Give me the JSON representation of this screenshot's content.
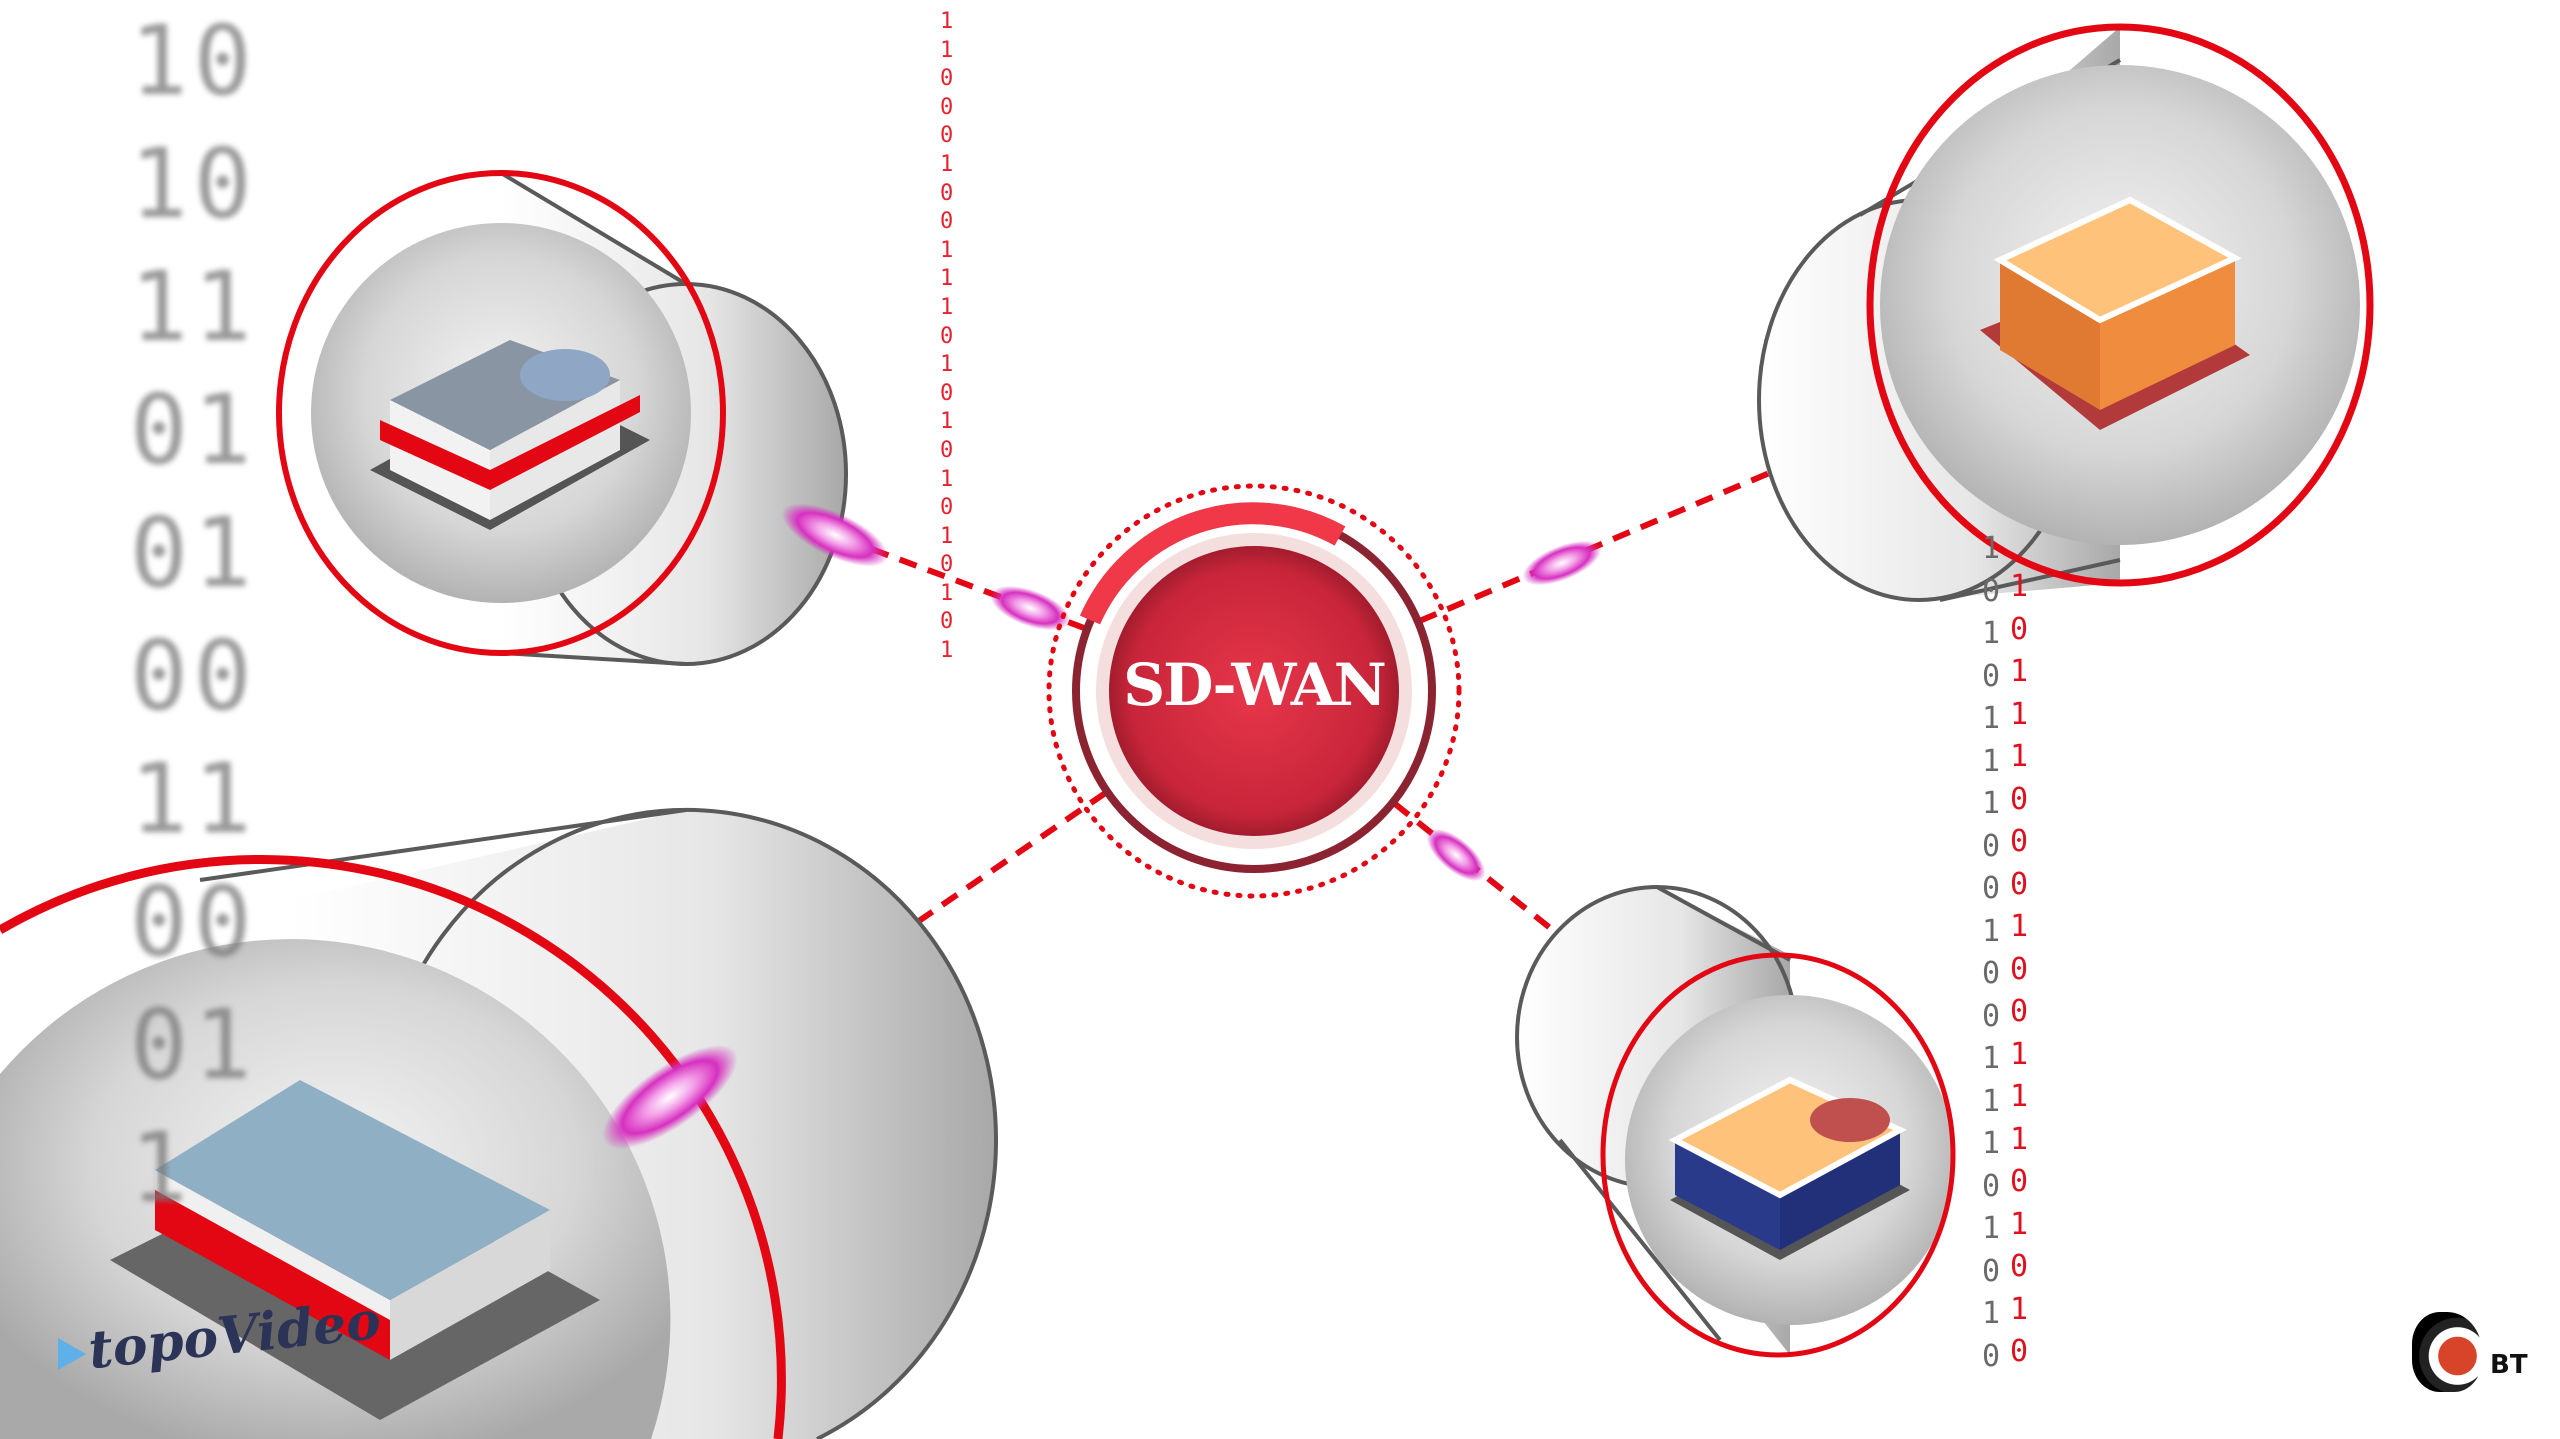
{
  "center_label": "SD-WAN",
  "binary": {
    "left_column": "11000100111010101010101",
    "right_gray_column": "10101110010011101010",
    "right_red_column": "1011100010011101010"
  },
  "background_digits": [
    "10",
    "10",
    "11",
    "01",
    "01",
    "00",
    "11",
    "00",
    "01",
    "1"
  ],
  "logos": {
    "watermark": "topoVideo",
    "corner": "BT"
  },
  "colors": {
    "accent": "#e30613",
    "glow": "#e040c8",
    "outline": "#5a5a5a"
  }
}
